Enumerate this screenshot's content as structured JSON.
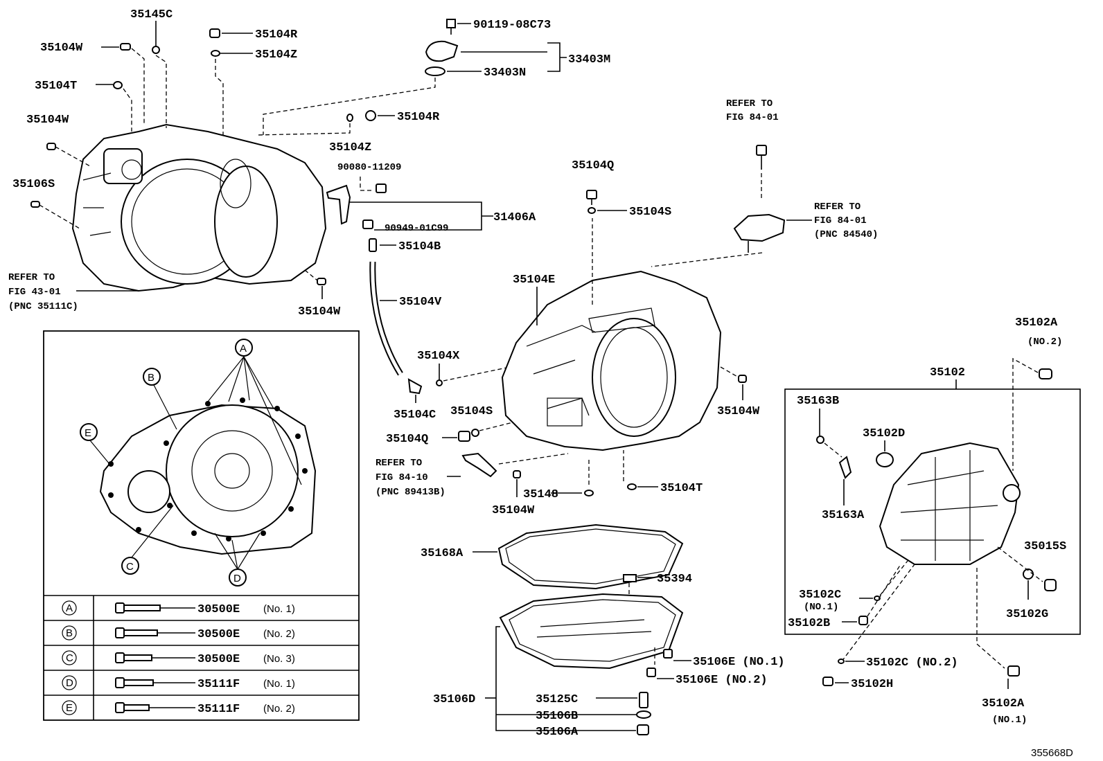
{
  "diagram_id": "355668D",
  "top_labels": {
    "p35145C": "35145C",
    "p35104W_a": "35104W",
    "p35104R_a": "35104R",
    "p35104Z_a": "35104Z",
    "p35104T_a": "35104T",
    "p35104W_b": "35104W",
    "p35106S": "35106S",
    "p90119": "90119-08C73",
    "p33403M": "33403M",
    "p33403N": "33403N",
    "p35104R_b": "35104R",
    "p35104Z_b": "35104Z",
    "p90080": "90080-11209",
    "p31406A": "31406A",
    "p90949": "90949-01C99",
    "p35104B": "35104B",
    "p35104V": "35104V",
    "p35104W_c": "35104W",
    "p35104Q_a": "35104Q",
    "p35104S_a": "35104S",
    "p35104E": "35104E",
    "p35104X": "35104X",
    "p35104C": "35104C",
    "p35104S_b": "35104S",
    "p35104Q_b": "35104Q",
    "p35148": "35148",
    "p35104T_b": "35104T",
    "p35104W_d": "35104W",
    "p35104W_e": "35104W",
    "p35168A": "35168A",
    "p35394": "35394",
    "p35106E_1": "35106E (NO.1)",
    "p35106E_2": "35106E (NO.2)",
    "p35106D": "35106D",
    "p35125C": "35125C",
    "p35106B": "35106B",
    "p35106A": "35106A"
  },
  "refer_notes": {
    "left": [
      "REFER TO",
      "FIG 43-01",
      "(PNC 35111C)"
    ],
    "top_right": [
      "REFER TO",
      "FIG 84-01"
    ],
    "right": [
      "REFER TO",
      "FIG 84-01",
      "(PNC 84540)"
    ],
    "mid": [
      "REFER TO",
      "FIG 84-10",
      "(PNC 89413B)"
    ]
  },
  "right_box": {
    "title": "35102",
    "p35102A_2": "35102A",
    "p35102A_2_sub": "(NO.2)",
    "p35163B": "35163B",
    "p35102D": "35102D",
    "p35163A": "35163A",
    "p35015S": "35015S",
    "p35102C_1": "35102C",
    "p35102C_1_sub": "(NO.1)",
    "p35102B": "35102B",
    "p35102G": "35102G",
    "p35102C_2": "35102C (NO.2)",
    "p35102H": "35102H",
    "p35102A_1": "35102A",
    "p35102A_1_sub": "(NO.1)"
  },
  "inset": {
    "callouts": [
      "A",
      "B",
      "C",
      "D",
      "E"
    ],
    "bolt_table": [
      {
        "key": "A",
        "part": "30500E",
        "no": "(No. 1)"
      },
      {
        "key": "B",
        "part": "30500E",
        "no": "(No. 2)"
      },
      {
        "key": "C",
        "part": "30500E",
        "no": "(No. 3)"
      },
      {
        "key": "D",
        "part": "35111F",
        "no": "(No. 1)"
      },
      {
        "key": "E",
        "part": "35111F",
        "no": "(No. 2)"
      }
    ]
  }
}
